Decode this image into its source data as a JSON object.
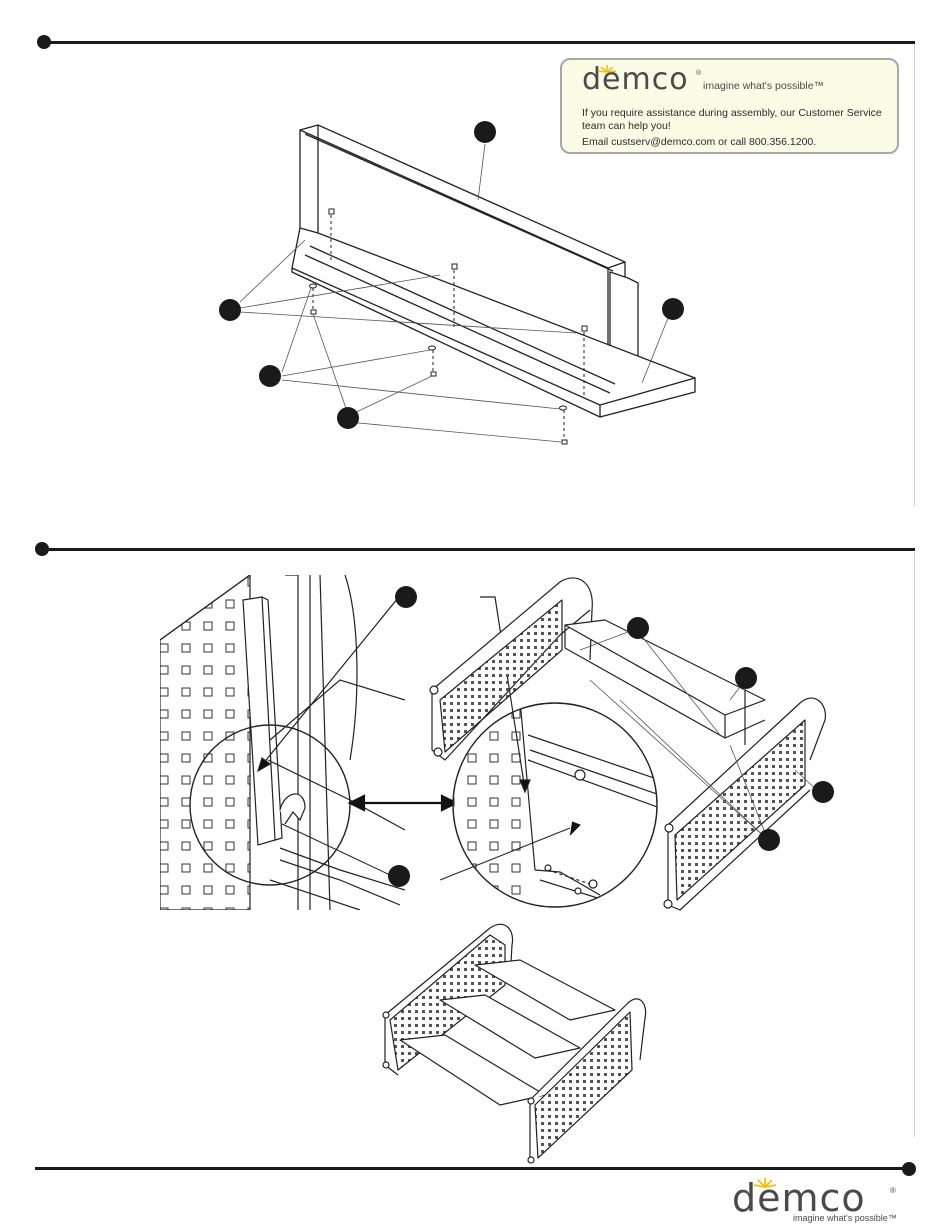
{
  "brand": {
    "name": "demco",
    "tagline_box": "imagine what's possible™",
    "tagline_footer": "imagine what's possible™",
    "registered_mark": "®",
    "accent_color": "#f2c200"
  },
  "assistance_box": {
    "line1": "If you require assistance during assembly, our Customer Service",
    "line2": "team can help you!",
    "line3": "Email custserv@demco.com or call 800.356.1200."
  },
  "steps": [
    {
      "name": "step-1-attach-base-to-panel",
      "callout_count": 5
    },
    {
      "name": "step-2-attach-shelves-to-ends",
      "callout_count": 6
    }
  ],
  "icons": [
    "step-marker-dot",
    "callout-marker",
    "sun-rays-logo"
  ]
}
